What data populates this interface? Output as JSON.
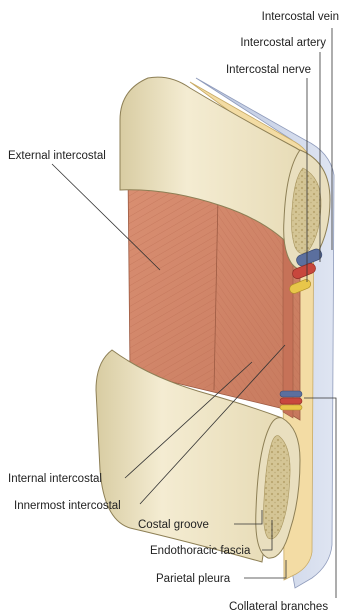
{
  "labels": {
    "intercostal_vein": "Intercostal vein",
    "intercostal_artery": "Intercostal artery",
    "intercostal_nerve": "Intercostal nerve",
    "external_intercostal": "External intercostal",
    "internal_intercostal": "Internal intercostal",
    "innermost_intercostal": "Innermost intercostal",
    "costal_groove": "Costal groove",
    "endothoracic_fascia": "Endothoracic fascia",
    "parietal_pleura": "Parietal pleura",
    "collateral_branches": "Collateral branches"
  },
  "colors": {
    "bone": "#efe6c8",
    "bone_shadow": "#d9cda6",
    "marrow": "#cdbd8e",
    "muscle": "#d98f72",
    "muscle_dark": "#b9694f",
    "fascia": "#f2d9a0",
    "pleura": "#c9d3e8",
    "vein": "#5b6f9e",
    "artery": "#c8473d",
    "nerve": "#e8c64a"
  }
}
